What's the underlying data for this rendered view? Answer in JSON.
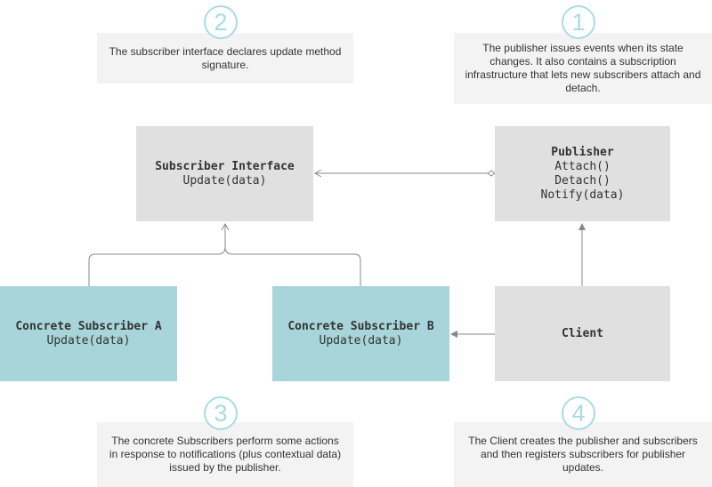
{
  "badges": {
    "b1": "1",
    "b2": "2",
    "b3": "3",
    "b4": "4"
  },
  "notes": {
    "n1": "The publisher issues events when its state changes. It also contains a subscription infrastructure that lets new subscribers attach and detach.",
    "n2": "The subscriber interface declares update method signature.",
    "n3": "The concrete Subscribers perform some actions in response to notifications (plus contextual data) issued by the publisher.",
    "n4": "The Client creates the publisher and subscribers and then registers subscribers for publisher updates."
  },
  "boxes": {
    "subscriber_interface": {
      "title": "Subscriber Interface",
      "methods": [
        "Update(data)"
      ]
    },
    "publisher": {
      "title": "Publisher",
      "methods": [
        "Attach()",
        "Detach()",
        "Notify(data)"
      ]
    },
    "concrete_a": {
      "title": "Concrete Subscriber A",
      "methods": [
        "Update(data)"
      ]
    },
    "concrete_b": {
      "title": "Concrete Subscriber B",
      "methods": [
        "Update(data)"
      ]
    },
    "client": {
      "title": "Client"
    }
  },
  "colors": {
    "badge": "#a8dce2",
    "note_bg": "#f3f3f3",
    "box_gray": "#e0e0e0",
    "box_teal": "#a8d5d9",
    "line": "#888888"
  }
}
